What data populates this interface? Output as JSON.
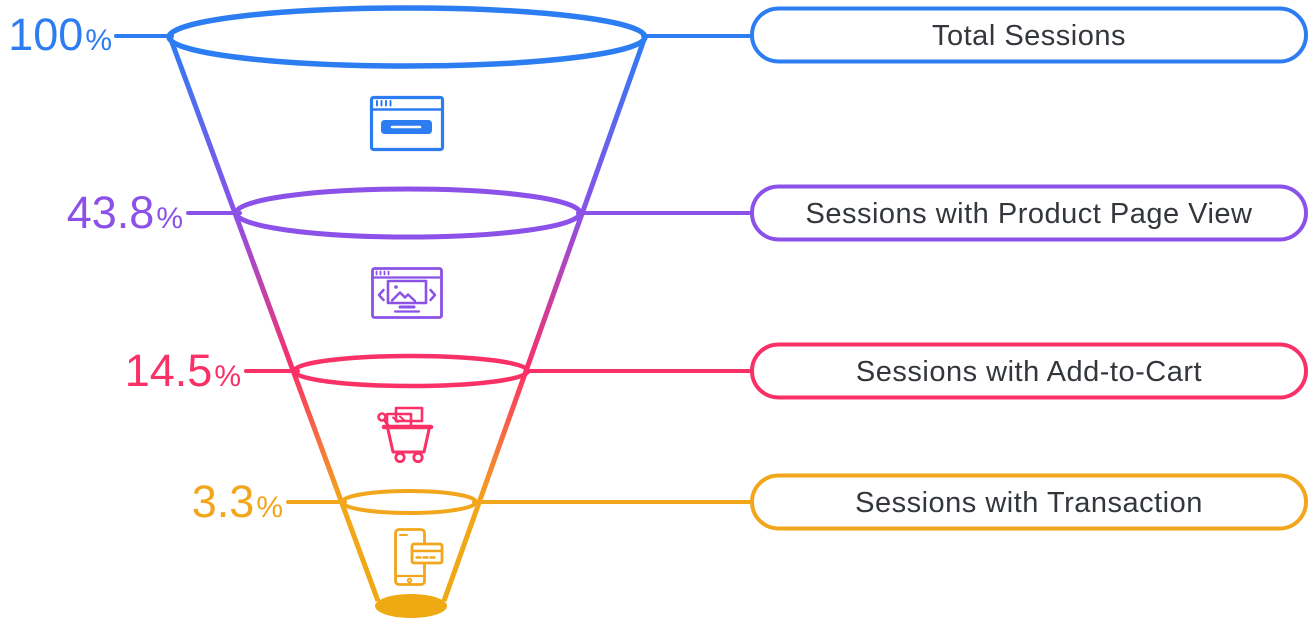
{
  "chart_data": {
    "type": "funnel",
    "orientation": "vertical",
    "background": "#FFFFFF",
    "label_position": "right",
    "percent_position": "left",
    "text_color": "#33373C",
    "stages": [
      {
        "label": "Total Sessions",
        "value_pct": 100,
        "display": "100",
        "unit": "%",
        "color": "#2D7DF2",
        "icon": "browser-window-icon"
      },
      {
        "label": "Sessions with Product Page View",
        "value_pct": 43.8,
        "display": "43.8",
        "unit": "%",
        "color": "#8B51E8",
        "icon": "product-page-icon"
      },
      {
        "label": "Sessions with Add-to-Cart",
        "value_pct": 14.5,
        "display": "14.5",
        "unit": "%",
        "color": "#FA3166",
        "icon": "add-to-cart-icon"
      },
      {
        "label": "Sessions with Transaction",
        "value_pct": 3.3,
        "display": "3.3",
        "unit": "%",
        "color": "#F2A61B",
        "icon": "mobile-payment-icon"
      }
    ],
    "spout_color": "#EFA912",
    "card_face_color": "#FFFFFF"
  }
}
